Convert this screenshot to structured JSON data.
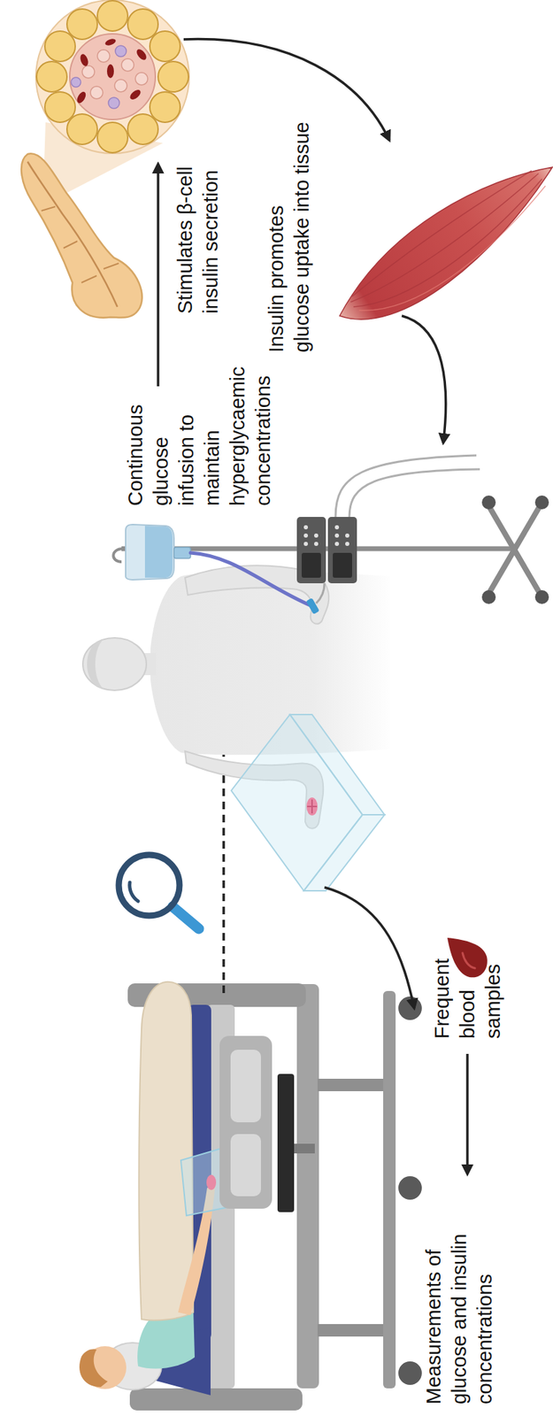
{
  "diagram": {
    "labels": [
      "Continuous glucose infusion to maintain hyperglycaemic concentrations",
      "Stimulates β-cell insulin secretion",
      "Insulin promotes glucose uptake into tissue",
      "Frequent blood samples",
      "Measurements of glucose and insulin concentrations"
    ]
  }
}
